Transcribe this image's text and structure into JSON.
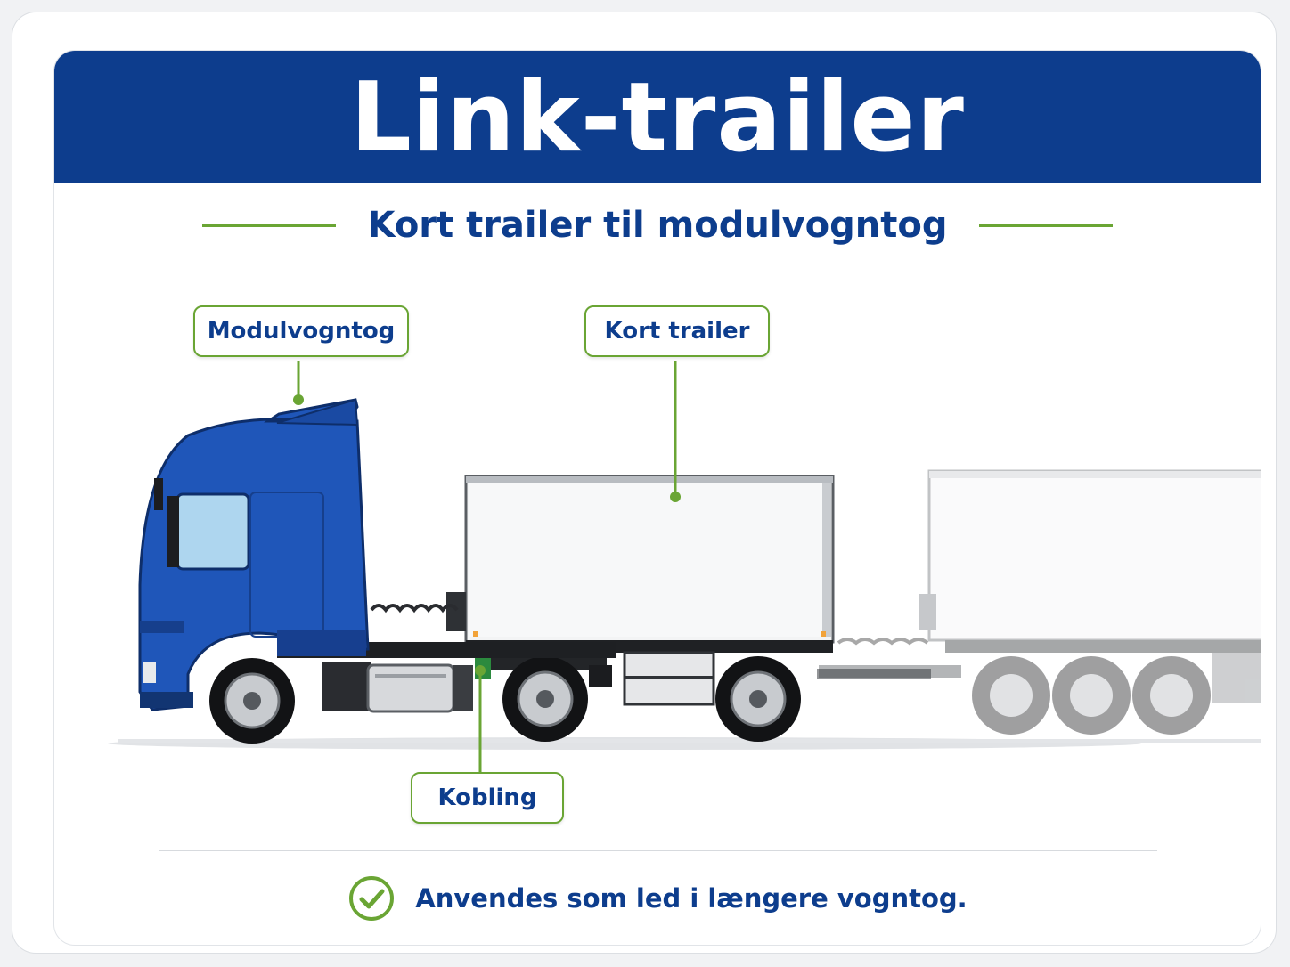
{
  "header": {
    "title": "Link-trailer"
  },
  "subtitle": "Kort trailer til modulvogntog",
  "labels": {
    "modulvogntog": "Modulvogntog",
    "kort_trailer": "Kort trailer",
    "kobling": "Kobling"
  },
  "footer": {
    "note": "Anvendes som led i længere vogntog."
  },
  "colors": {
    "brand_blue": "#0d3d8d",
    "accent_green": "#6aa534",
    "truck_blue": "#1f56b9"
  },
  "icons": {
    "footer": "check-circle-icon"
  }
}
